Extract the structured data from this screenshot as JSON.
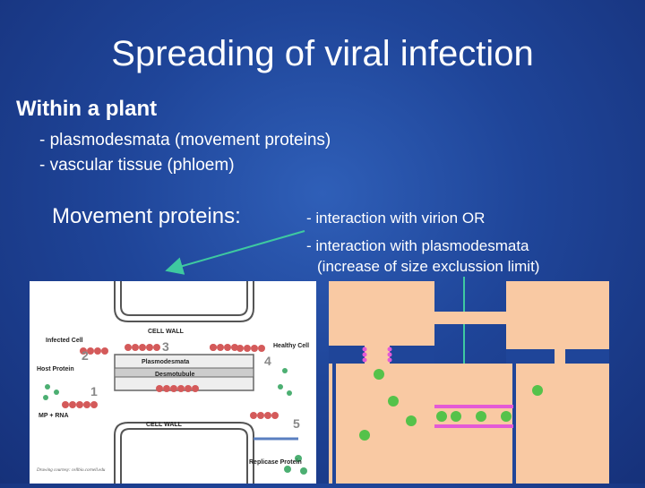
{
  "slide": {
    "title": "Spreading of viral infection",
    "subheading": "Within a plant",
    "bullets": [
      "- plasmodesmata (movement proteins)",
      "- vascular tissue (phloem)"
    ],
    "movement_label": "Movement proteins:",
    "movement_items": [
      "- interaction  with virion OR",
      "- interaction with plasmodesmata",
      "(increase of size exclussion limit)"
    ]
  },
  "diagram": {
    "cell_wall": "CELL WALL",
    "infected_cell": "Infected Cell",
    "healthy_cell": "Healthy Cell",
    "plasmodesmata": "Plasmodesmata",
    "desmotubule": "Desmotubule",
    "host_protein": "Host Protein",
    "mp_rna": "MP + RNA",
    "replicase": "Replicase Protein",
    "source_note": "Drawing courtesy: cellbio.cornell.edu",
    "steps": [
      "1",
      "2",
      "3",
      "4",
      "5"
    ]
  },
  "colors": {
    "arrow": "#3ec9a0",
    "cell_fill": "#f9c9a3",
    "pink": "#e45ad6",
    "green": "#55c24a"
  }
}
